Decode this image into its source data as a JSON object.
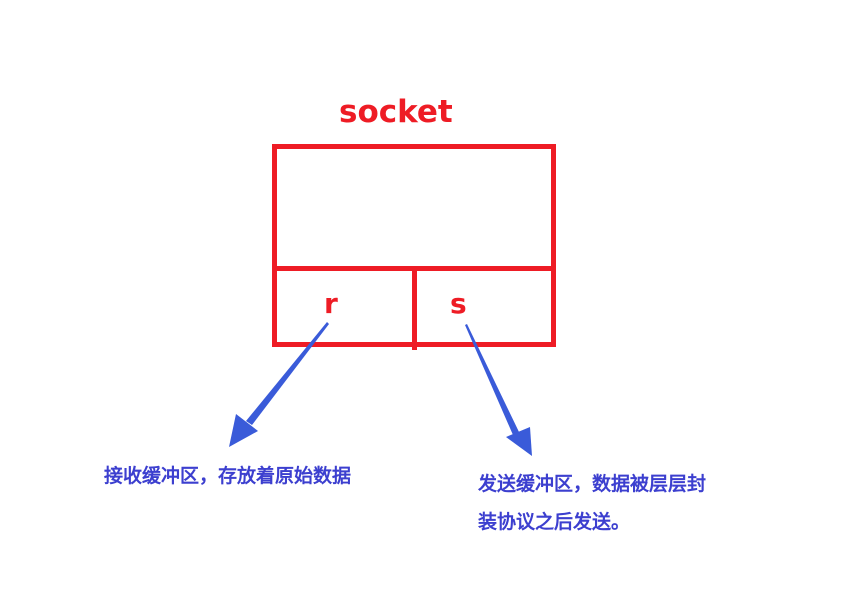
{
  "diagram": {
    "title": "socket",
    "cells": {
      "receive": "r",
      "send": "s"
    },
    "annotations": {
      "receive_buffer": "接收缓冲区，存放着原始数据",
      "send_buffer_line1": "发送缓冲区，数据被层层封",
      "send_buffer_line2": "装协议之后发送。"
    },
    "colors": {
      "socket": "#ee1c25",
      "arrow": "#3a5bd9",
      "text": "#3c3fcf"
    }
  }
}
